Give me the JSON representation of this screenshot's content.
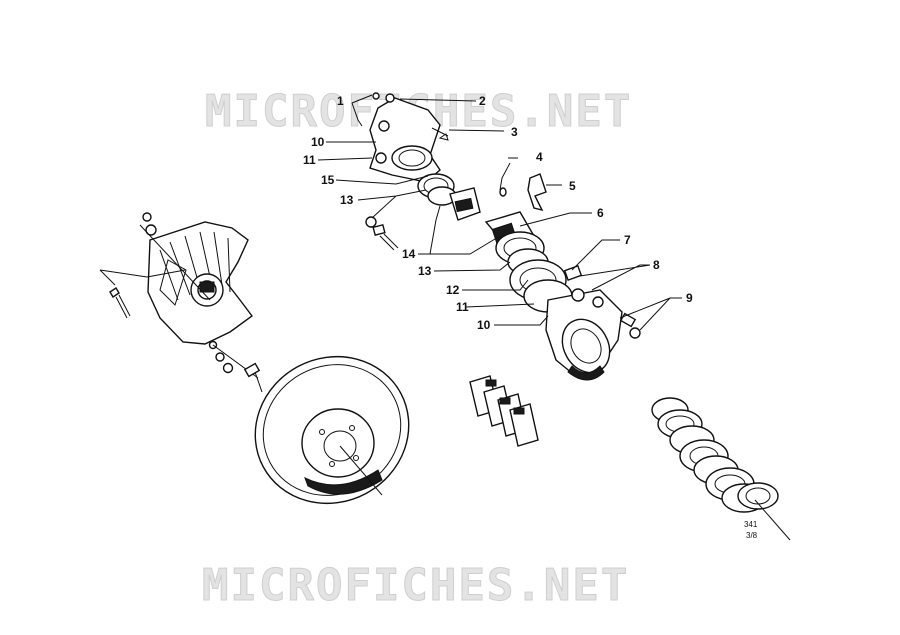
{
  "watermarks": [
    "MICROFICHES.NET",
    "MICROFICHES.NET"
  ],
  "callouts": {
    "c1": "1",
    "c2": "2",
    "c3": "3",
    "c4": "4",
    "c5": "5",
    "c6": "6",
    "c7": "7",
    "c8": "8",
    "c9": "9",
    "c10a": "10",
    "c11a": "11",
    "c15": "15",
    "c13a": "13",
    "c14": "14",
    "c13b": "13",
    "c12": "12",
    "c11b": "11",
    "c10b": "10"
  },
  "figure_code": [
    "341",
    "3/8"
  ]
}
